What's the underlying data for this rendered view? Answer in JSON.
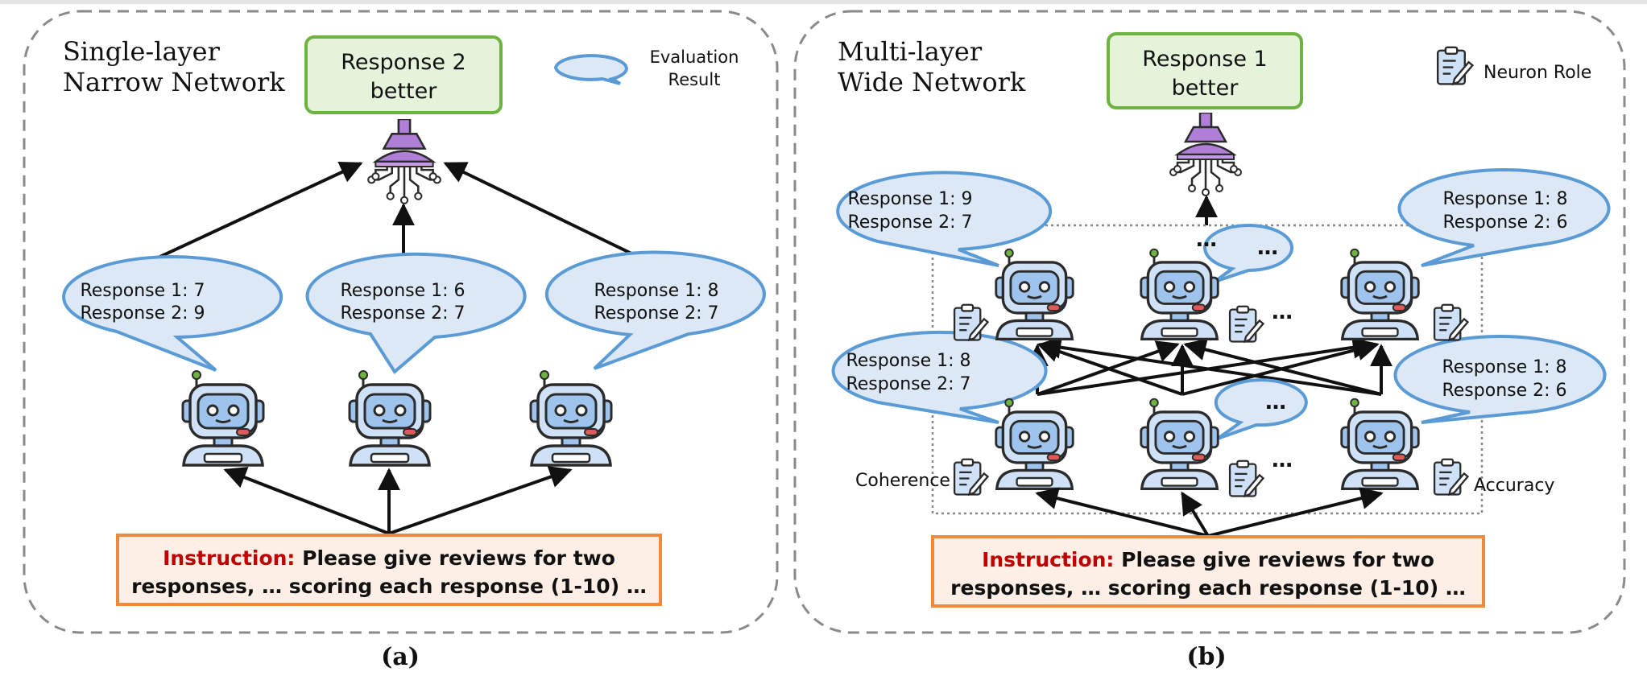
{
  "panel_a": {
    "title_line1": "Single-layer",
    "title_line2": "Narrow Network",
    "result_line1": "Response 2",
    "result_line2": "better",
    "legend_line1": "Evaluation",
    "legend_line2": "Result",
    "bubbles": [
      {
        "line1": "Response 1: 7",
        "line2": "Response 2: 9"
      },
      {
        "line1": "Response 1: 6",
        "line2": "Response 2: 7"
      },
      {
        "line1": "Response 1: 8",
        "line2": "Response 2: 7"
      }
    ],
    "instruction_label": "Instruction:",
    "instruction_line1": " Please give reviews for two",
    "instruction_line2": "responses, … scoring each response (1-10) …",
    "caption": "(a)"
  },
  "panel_b": {
    "title_line1": "Multi-layer",
    "title_line2": "Wide Network",
    "result_line1": "Response 1",
    "result_line2": "better",
    "legend_label": "Neuron Role",
    "bubbles": [
      {
        "line1": "Response 1: 9",
        "line2": "Response 2: 7"
      },
      {
        "line1": "Response 1: 8",
        "line2": "Response 2: 6"
      },
      {
        "line1": "Response 1: 8",
        "line2": "Response 2: 7"
      },
      {
        "line1": "Response 1: 8",
        "line2": "Response 2: 6"
      }
    ],
    "ellipsis": "…",
    "role_left": "Coherence",
    "role_right": "Accuracy",
    "instruction_label": "Instruction:",
    "instruction_line1": " Please give reviews for two",
    "instruction_line2": "responses, … scoring each response (1-10) …",
    "caption": "(b)"
  },
  "colors": {
    "panel_border": "#8a8a8a",
    "result_fill": "#e6f3db",
    "result_border": "#6db33f",
    "bubble_fill": "#dce8f5",
    "bubble_border": "#5b9bd5",
    "instruction_fill": "#fdeee6",
    "instruction_border": "#f08a3a",
    "instruction_label": "#c00000",
    "aggregator": "#b07fd8",
    "robot_blue": "#9ec3ec",
    "robot_dark": "#2b2b2b"
  }
}
